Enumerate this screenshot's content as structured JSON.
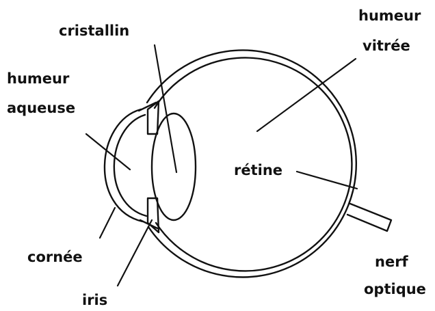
{
  "labels": {
    "cristallin": "cristallin",
    "humeur_vitree_1": "humeur",
    "humeur_vitree_2": "vitrée",
    "humeur_aqueuse_1": "humeur",
    "humeur_aqueuse_2": "aqueuse",
    "retine": "rétine",
    "cornee": "cornée",
    "iris": "iris",
    "nerf_optique_1": "nerf",
    "nerf_optique_2": "optique"
  }
}
